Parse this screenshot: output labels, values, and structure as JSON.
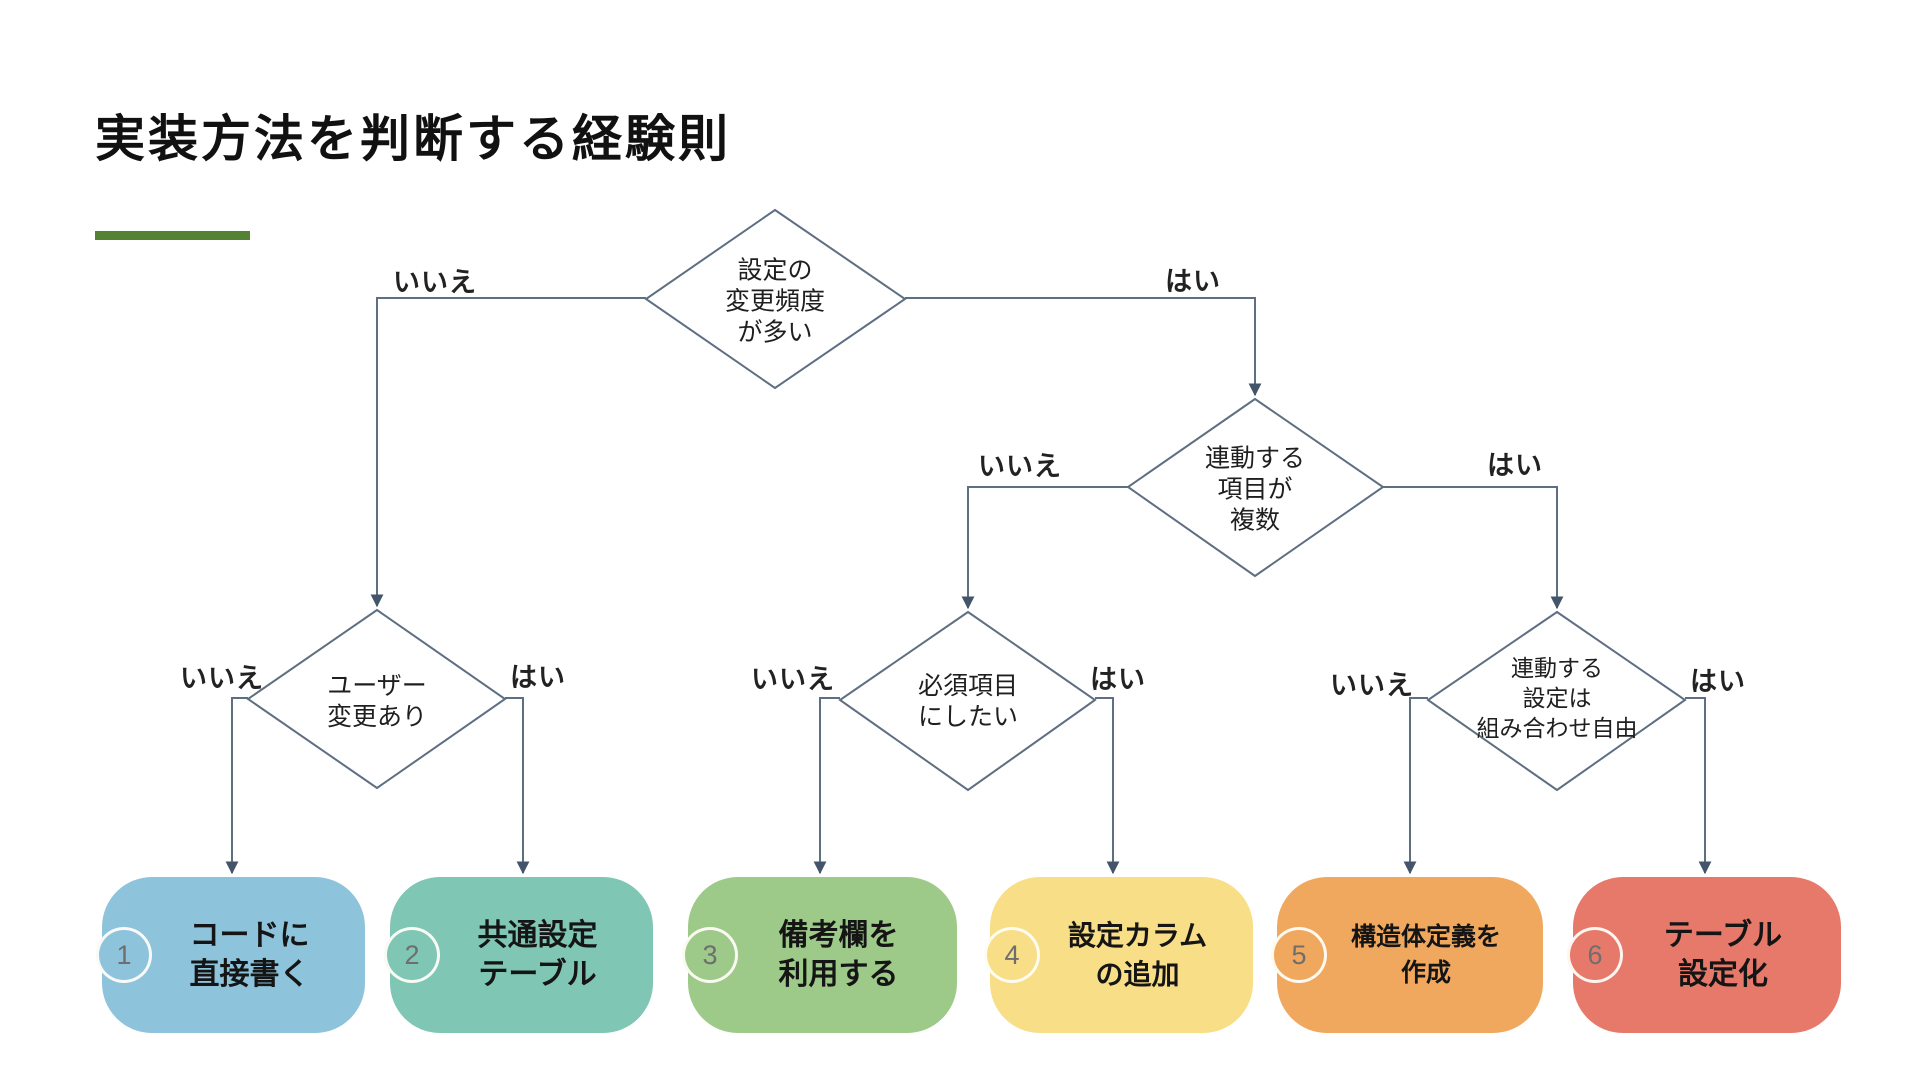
{
  "slide": {
    "title": "実装方法を判断する経験則",
    "accent_bar_color": "#548235"
  },
  "labels": {
    "yes": "はい",
    "no": "いいえ"
  },
  "colors": {
    "connector": "#5E6F82",
    "arrowhead": "#44546A",
    "diamond_fill": "#FFFFFF"
  },
  "decisions": [
    {
      "id": "d1",
      "lines": [
        "設定の",
        "変更頻度",
        "が多い"
      ]
    },
    {
      "id": "d2",
      "lines": [
        "ユーザー",
        "変更あり"
      ]
    },
    {
      "id": "d3",
      "lines": [
        "連動する",
        "項目が",
        "複数"
      ]
    },
    {
      "id": "d4",
      "lines": [
        "必須項目",
        "にしたい"
      ]
    },
    {
      "id": "d5",
      "lines": [
        "連動する",
        "設定は",
        "組み合わせ自由"
      ]
    }
  ],
  "results": [
    {
      "number": "1",
      "lines": [
        "コードに",
        "直接書く"
      ],
      "color": "#8EC3DC"
    },
    {
      "number": "2",
      "lines": [
        "共通設定",
        "テーブル"
      ],
      "color": "#7FC6B4"
    },
    {
      "number": "3",
      "lines": [
        "備考欄を",
        "利用する"
      ],
      "color": "#9DC989"
    },
    {
      "number": "4",
      "lines": [
        "設定カラム",
        "の追加"
      ],
      "color": "#F8DE87"
    },
    {
      "number": "5",
      "lines": [
        "構造体定義を",
        "作成"
      ],
      "color": "#F0A85F"
    },
    {
      "number": "6",
      "lines": [
        "テーブル",
        "設定化"
      ],
      "color": "#E7796A"
    }
  ]
}
